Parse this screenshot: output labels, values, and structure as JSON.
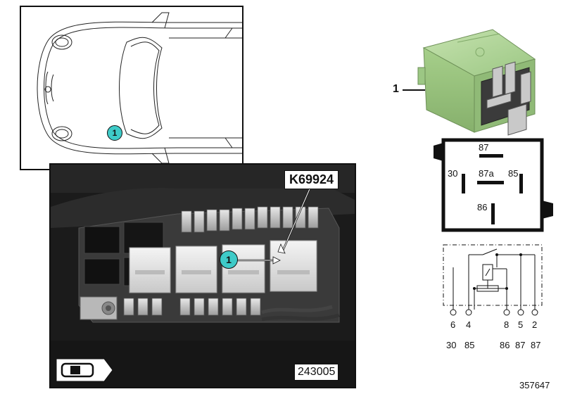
{
  "callout": {
    "number": "1",
    "color": "#3ecbc8"
  },
  "photo": {
    "part_number": "K69924",
    "figure_number": "243005"
  },
  "relay": {
    "item_label": "1",
    "housing_color": "#a6cf8a",
    "terminals": {
      "t87": "87",
      "t30": "30",
      "t87a": "87a",
      "t85": "85",
      "t86": "86"
    }
  },
  "schematic": {
    "pins_top": [
      "6",
      "4",
      "8",
      "5",
      "2"
    ],
    "pins_bottom": [
      "30",
      "85",
      "86",
      "87",
      "87"
    ]
  },
  "drawing_number": "357647"
}
